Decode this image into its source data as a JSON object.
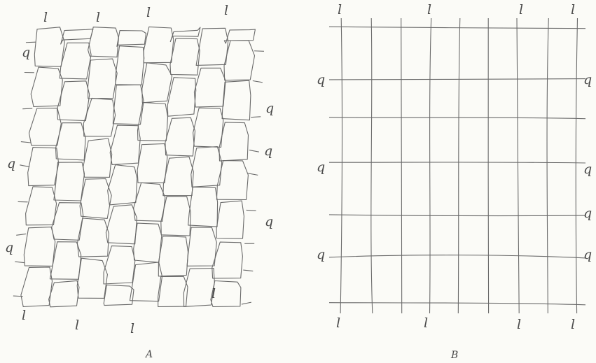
{
  "panel_a": {
    "caption": "A",
    "labels": {
      "l_top_1": "l",
      "l_top_2": "l",
      "l_top_3": "l",
      "l_top_4": "l",
      "l_bottom_1": "l",
      "l_bottom_2": "l",
      "l_bottom_3": "l",
      "l_bottom_4": "l",
      "q_left_1": "q",
      "q_left_2": "q",
      "q_left_3": "q",
      "q_right_1": "q",
      "q_right_2": "q",
      "q_right_3": "q"
    }
  },
  "panel_b": {
    "caption": "B",
    "labels": {
      "l_top_1": "l",
      "l_top_2": "l",
      "l_top_3": "l",
      "l_top_4": "l",
      "l_bottom_1": "l",
      "l_bottom_2": "l",
      "l_bottom_3": "l",
      "l_bottom_4": "l",
      "q_left_1": "q",
      "q_left_2": "q",
      "q_left_3": "q",
      "q_right_1": "q",
      "q_right_2": "q",
      "q_right_3": "q",
      "q_right_4": "q"
    }
  },
  "colors": {
    "ink": "#6a6a6a",
    "label": "#4a4a4a",
    "paper": "#fbfbf7"
  }
}
